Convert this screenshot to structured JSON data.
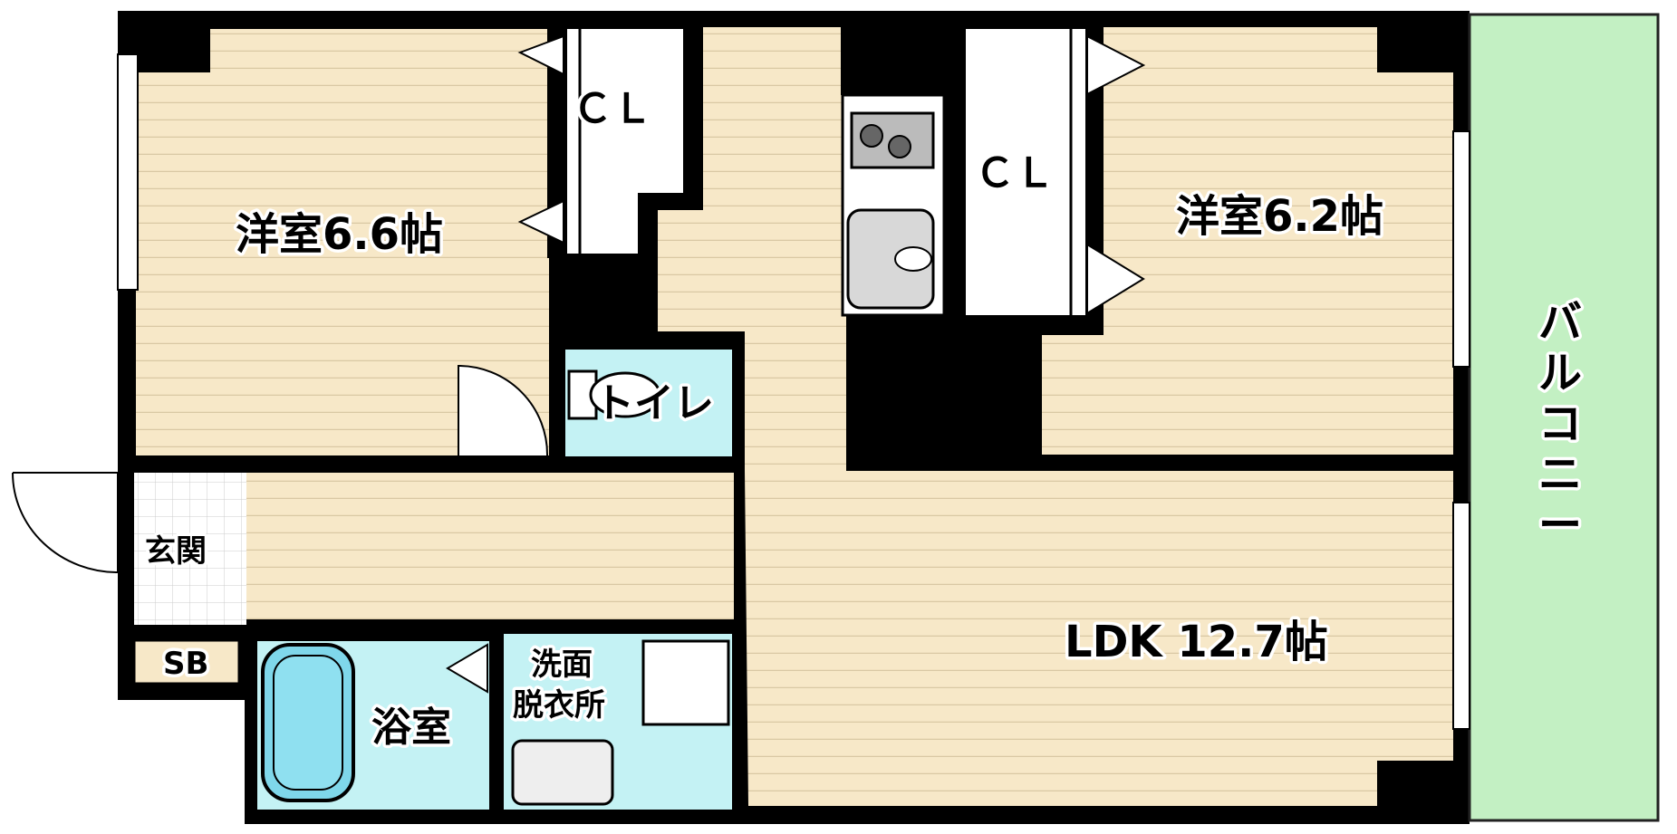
{
  "rooms": {
    "western_left": "洋室6.6帖",
    "western_right": "洋室6.2帖",
    "ldk": "LDK 12.7帖",
    "toilet": "トイレ",
    "entrance": "玄関",
    "shoe_box": "SB",
    "bathroom": "浴室",
    "washroom_line1": "洗面",
    "washroom_line2": "脱衣所",
    "closet_left": "ＣＬ",
    "closet_right": "ＣＬ",
    "balcony": [
      "バ",
      "ル",
      "コ",
      "ニ",
      "ー"
    ]
  },
  "colors": {
    "floor": "#f7e8c8",
    "floor_line": "#d9c8a4",
    "wet_area": "#c4f2f4",
    "balcony": "#c3f0c3",
    "wall": "#000000"
  }
}
